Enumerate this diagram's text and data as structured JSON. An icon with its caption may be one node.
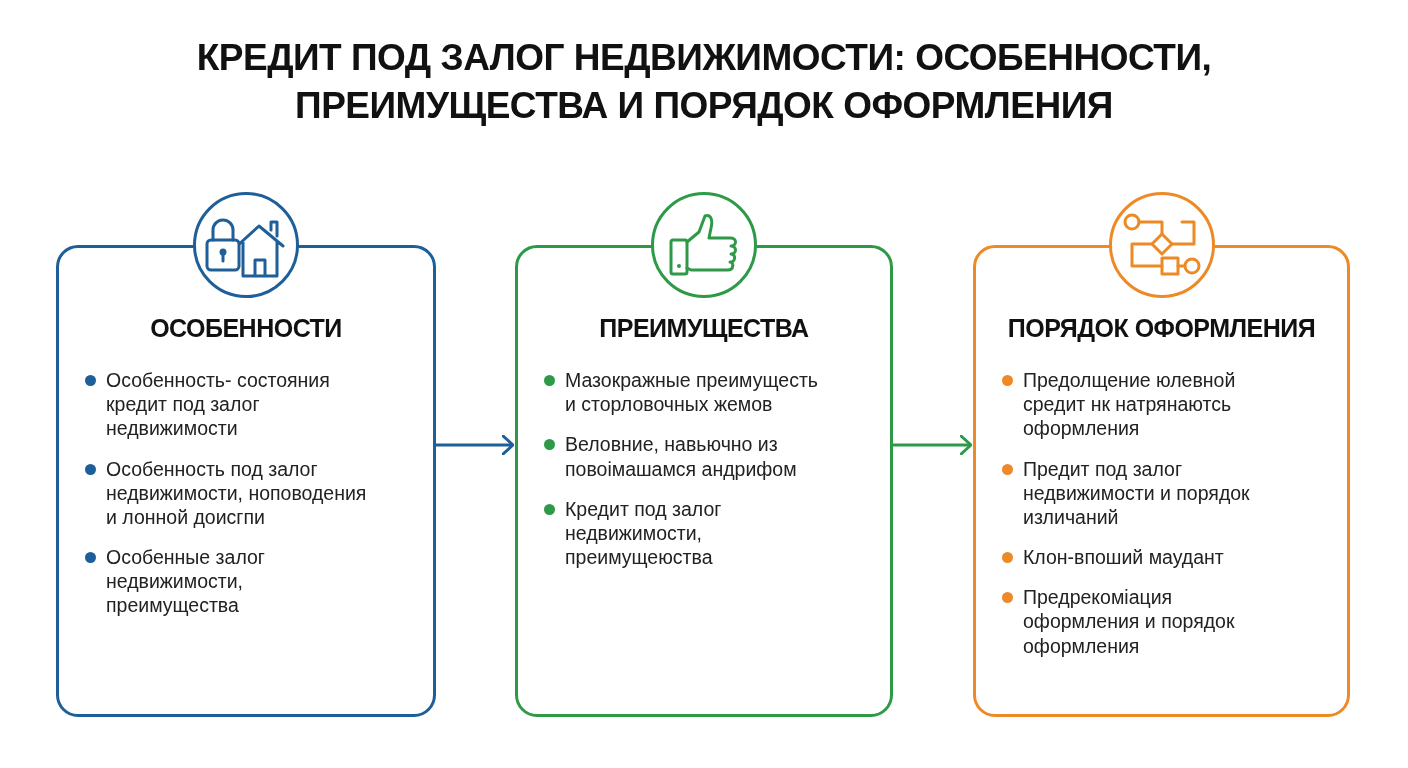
{
  "diagram": {
    "title": "КРЕДИТ ПОД ЗАЛОГ НЕДВИЖИМОСТИ: ОСОБЕННОСТИ, ПРЕИМУЩЕСТВА И ПОРЯДОК ОФОРМЛЕНИЯ",
    "nodes": [
      {
        "text": [
          "ОСОБЕННОСТИ",
          "Особенность- состояния кредит под залог недвижимости",
          "Особенность под залог недвижимости, ноповодения и лонной доисгпи",
          "Особенные залог недвижимости, преимущества"
        ]
      },
      {
        "text": [
          "ПРЕИМУЩЕСТВА",
          "Мазокражные преимущесть и сторловочных жемов",
          "Веловние, навьючно из повоімашамся андрифом",
          "Кредит под залог недвижимости, преимущеюства"
        ]
      },
      {
        "text": [
          "ПОРЯДОК ОФОРМЛЕНИЯ",
          "Предолщение юлевной средит нк натрянаютсь оформления",
          "Предит под залог недвижимости и порядок изличаний",
          "Клон-впоший маудант",
          "Предрекомiация оформления и порядок оформления"
        ]
      }
    ],
    "edges": [
      {
        "from": 0,
        "to": 1,
        "arrow": "to",
        "color": "#1f5f99"
      },
      {
        "from": 1,
        "to": 2,
        "arrow": "to",
        "color": "#2e9a48"
      }
    ]
  }
}
